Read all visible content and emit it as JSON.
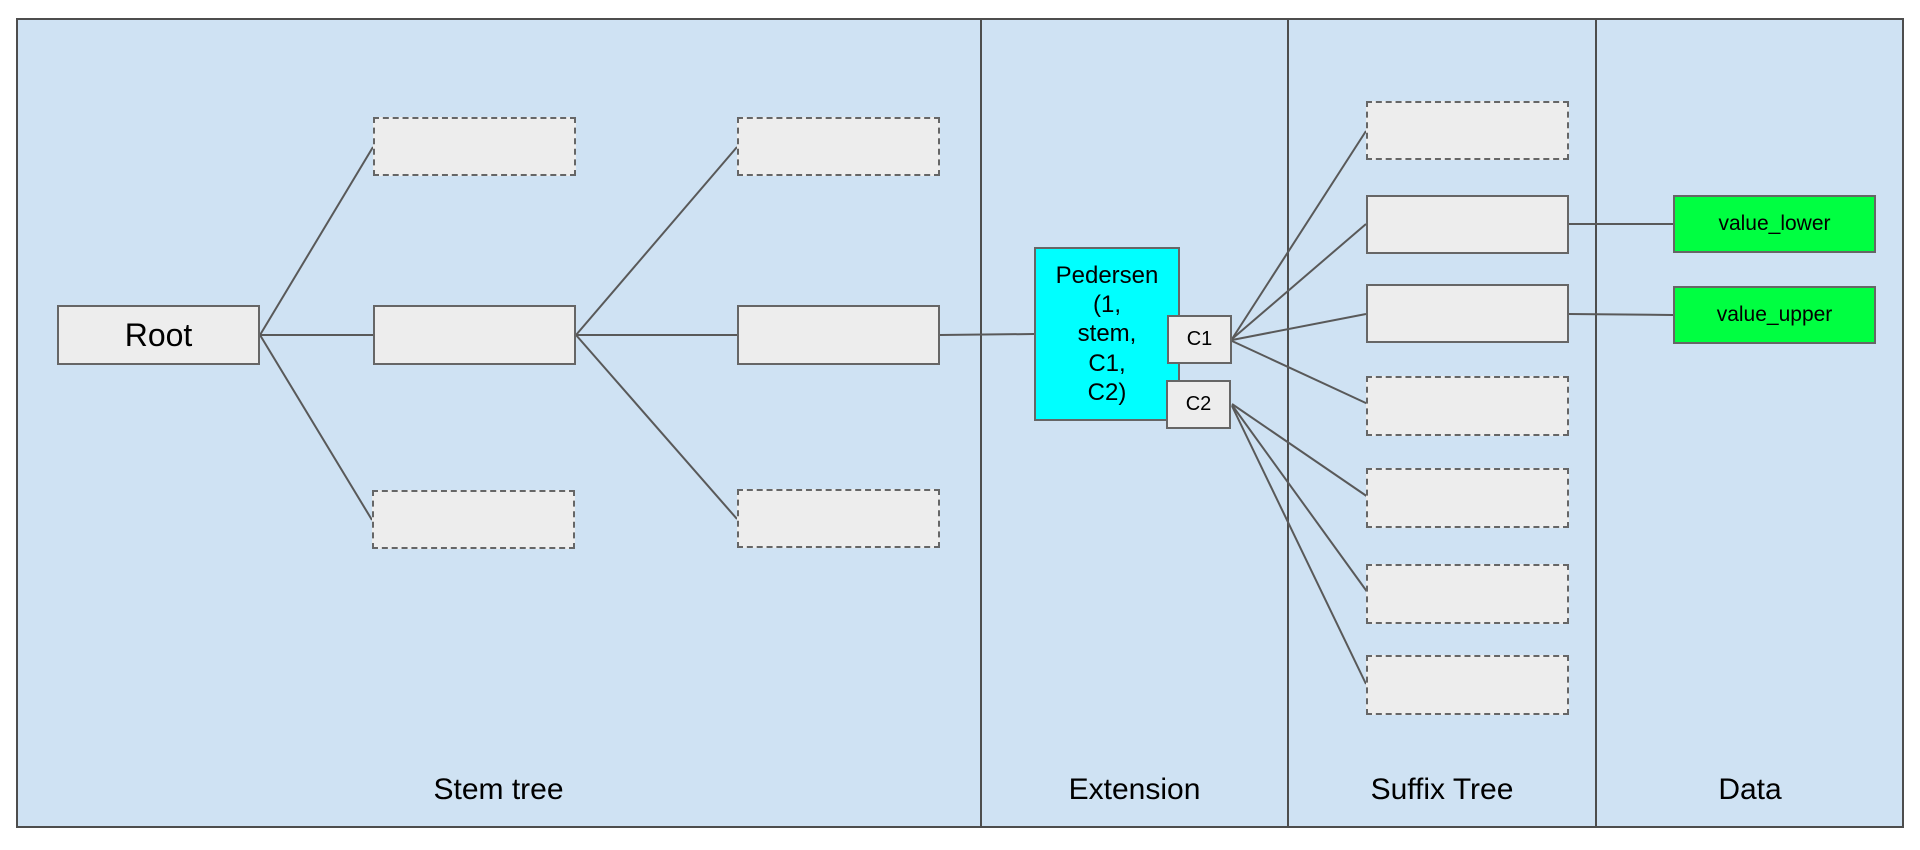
{
  "diagram": {
    "colors": {
      "canvas-fill": "#cfe2f3",
      "canvas-border": "#4d4d4d",
      "edge": "#595959",
      "node-fill": "#ededed",
      "node-border": "#666666",
      "cyan-fill": "#00ffff",
      "green-fill": "#00ff41",
      "text": "#000000"
    },
    "sections": [
      {
        "label": "Stem tree"
      },
      {
        "label": "Extension"
      },
      {
        "label": "Suffix Tree"
      },
      {
        "label": "Data"
      }
    ],
    "nodes": {
      "root": "Root",
      "pedersen": "Pedersen\n(1,\nstem,\nC1,\nC2)",
      "c1": "C1",
      "c2": "C2",
      "value_lower": "value_lower",
      "value_upper": "value_upper"
    }
  }
}
